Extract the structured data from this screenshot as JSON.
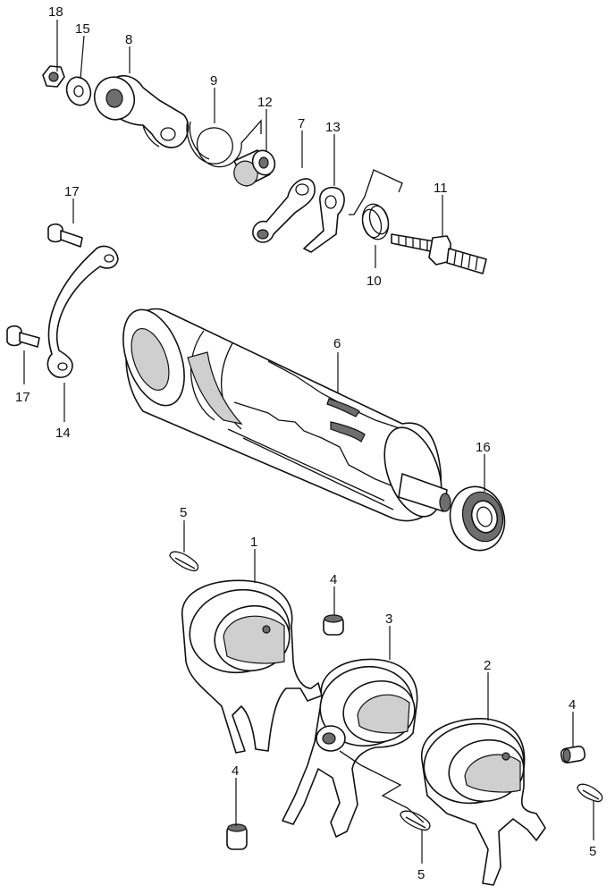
{
  "callouts": [
    {
      "id": "c18",
      "text": "18"
    },
    {
      "id": "c15",
      "text": "15"
    },
    {
      "id": "c8",
      "text": "8"
    },
    {
      "id": "c9",
      "text": "9"
    },
    {
      "id": "c12",
      "text": "12"
    },
    {
      "id": "c7",
      "text": "7"
    },
    {
      "id": "c13",
      "text": "13"
    },
    {
      "id": "c11",
      "text": "11"
    },
    {
      "id": "c10",
      "text": "10"
    },
    {
      "id": "c17a",
      "text": "17"
    },
    {
      "id": "c17b",
      "text": "17"
    },
    {
      "id": "c14",
      "text": "14"
    },
    {
      "id": "c6",
      "text": "6"
    },
    {
      "id": "c16",
      "text": "16"
    },
    {
      "id": "c5a",
      "text": "5"
    },
    {
      "id": "c1",
      "text": "1"
    },
    {
      "id": "c4a",
      "text": "4"
    },
    {
      "id": "c3",
      "text": "3"
    },
    {
      "id": "c2",
      "text": "2"
    },
    {
      "id": "c4b",
      "text": "4"
    },
    {
      "id": "c4c",
      "text": "4"
    },
    {
      "id": "c5b",
      "text": "5"
    },
    {
      "id": "c5c",
      "text": "5"
    }
  ]
}
